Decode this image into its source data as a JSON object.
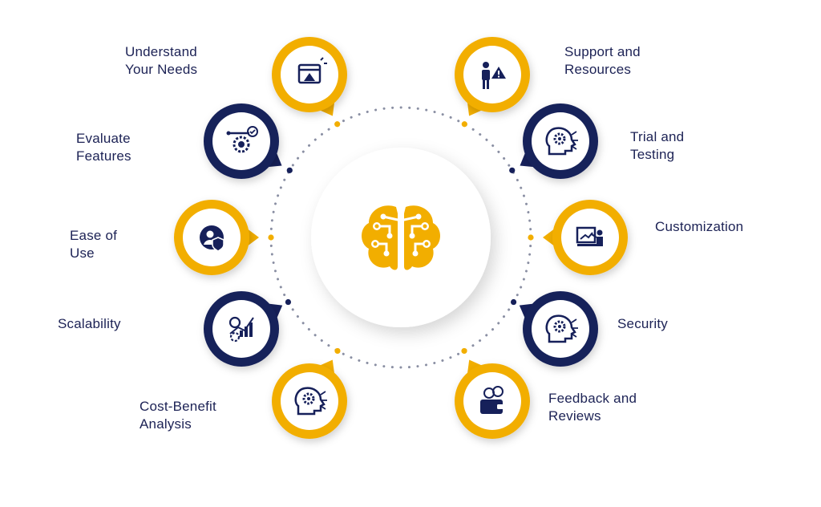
{
  "colors": {
    "navy": "#16205a",
    "gold": "#f2ae00",
    "text": "#1c2255",
    "dots": "#8a8fa3",
    "icon_inner": "#ffffff"
  },
  "center": {
    "icon": "brain-circuit-icon"
  },
  "steps": {
    "left": [
      {
        "lines": [
          "Understand",
          "Your Needs"
        ],
        "icon": "browser-warning-icon",
        "color": "gold"
      },
      {
        "lines": [
          "Evaluate",
          "Features"
        ],
        "icon": "gear-process-icon",
        "color": "navy"
      },
      {
        "lines": [
          "Ease of",
          "Use"
        ],
        "icon": "user-shield-icon",
        "color": "gold"
      },
      {
        "lines": [
          "Scalability"
        ],
        "icon": "growth-chart-icon",
        "color": "navy"
      },
      {
        "lines": [
          "Cost-Benefit",
          "Analysis"
        ],
        "icon": "head-gear-icon",
        "color": "gold"
      }
    ],
    "right": [
      {
        "lines": [
          "Support and",
          "Resources"
        ],
        "icon": "person-alert-icon",
        "color": "gold"
      },
      {
        "lines": [
          "Trial and",
          "Testing"
        ],
        "icon": "head-gear-icon",
        "color": "navy"
      },
      {
        "lines": [
          "Customization"
        ],
        "icon": "presenter-board-icon",
        "color": "gold"
      },
      {
        "lines": [
          "Security"
        ],
        "icon": "head-gear-icon",
        "color": "navy"
      },
      {
        "lines": [
          "Feedback and",
          "Reviews"
        ],
        "icon": "wallet-coins-icon",
        "color": "gold"
      }
    ]
  }
}
